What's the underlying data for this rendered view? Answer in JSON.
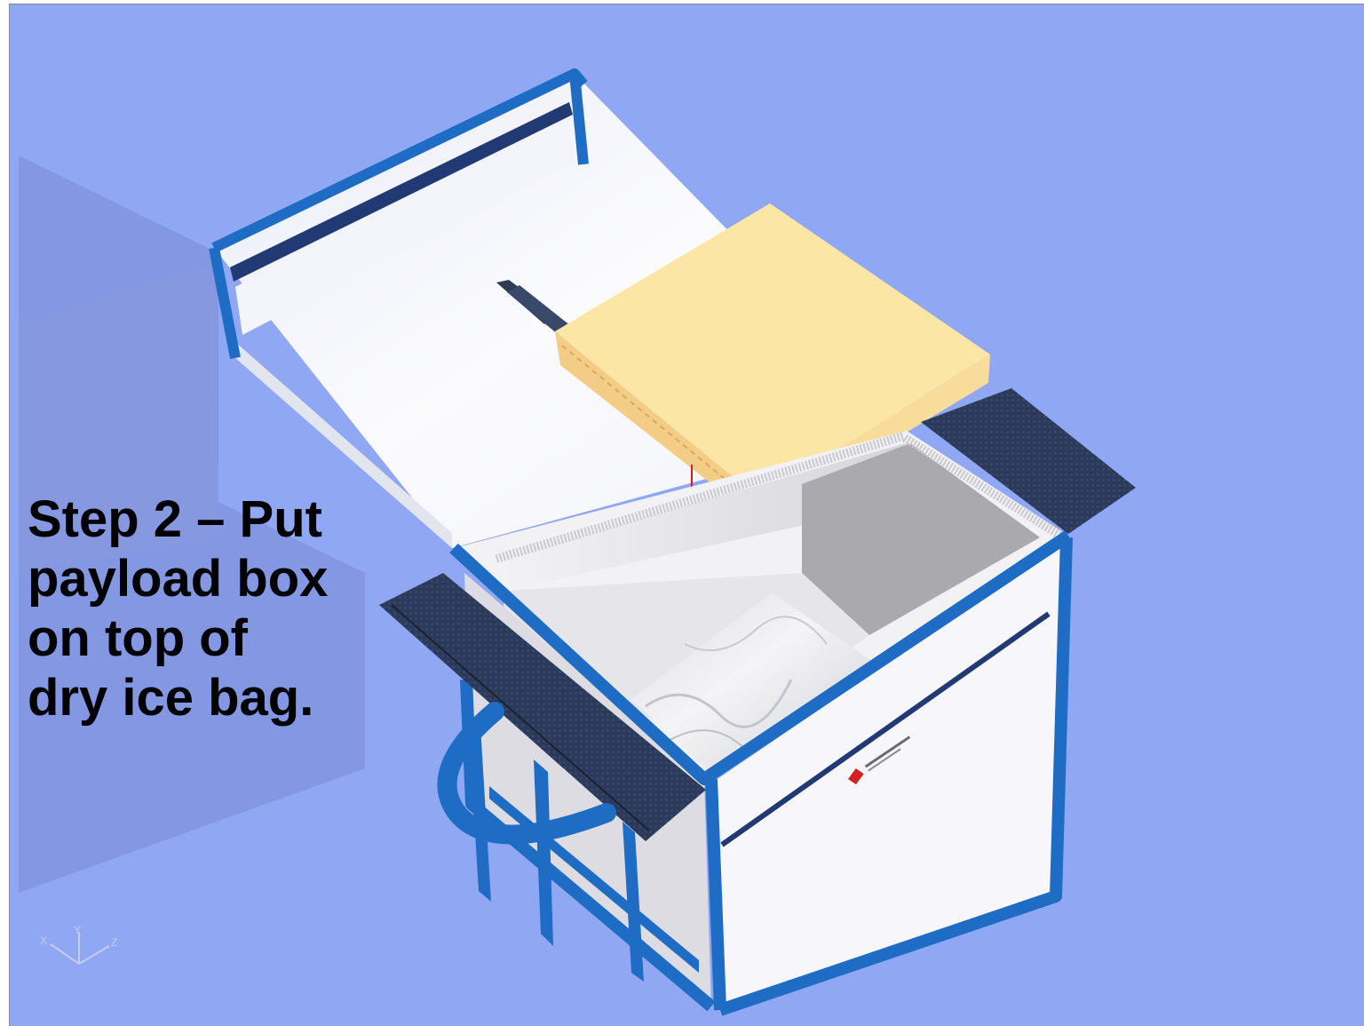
{
  "viewport": {
    "background": "#90a8f4",
    "caption": "Step 2 – Put\npayload box\non top of\ndry ice bag."
  },
  "scene": {
    "objects": [
      "shipping-box",
      "open-lid",
      "payload-box",
      "dry-ice-bag",
      "velcro-strap",
      "carry-handle",
      "placement-arrow",
      "brand-logo"
    ],
    "colors": {
      "frame_blue": "#1e6cc4",
      "box_white": "#f7f7fb",
      "payload_tan": "#fbe0a0",
      "strap_dark": "#2a3448",
      "arrow_red": "#e01818"
    }
  },
  "axis_triad": {
    "labels": [
      "X",
      "Y",
      "Z"
    ]
  }
}
